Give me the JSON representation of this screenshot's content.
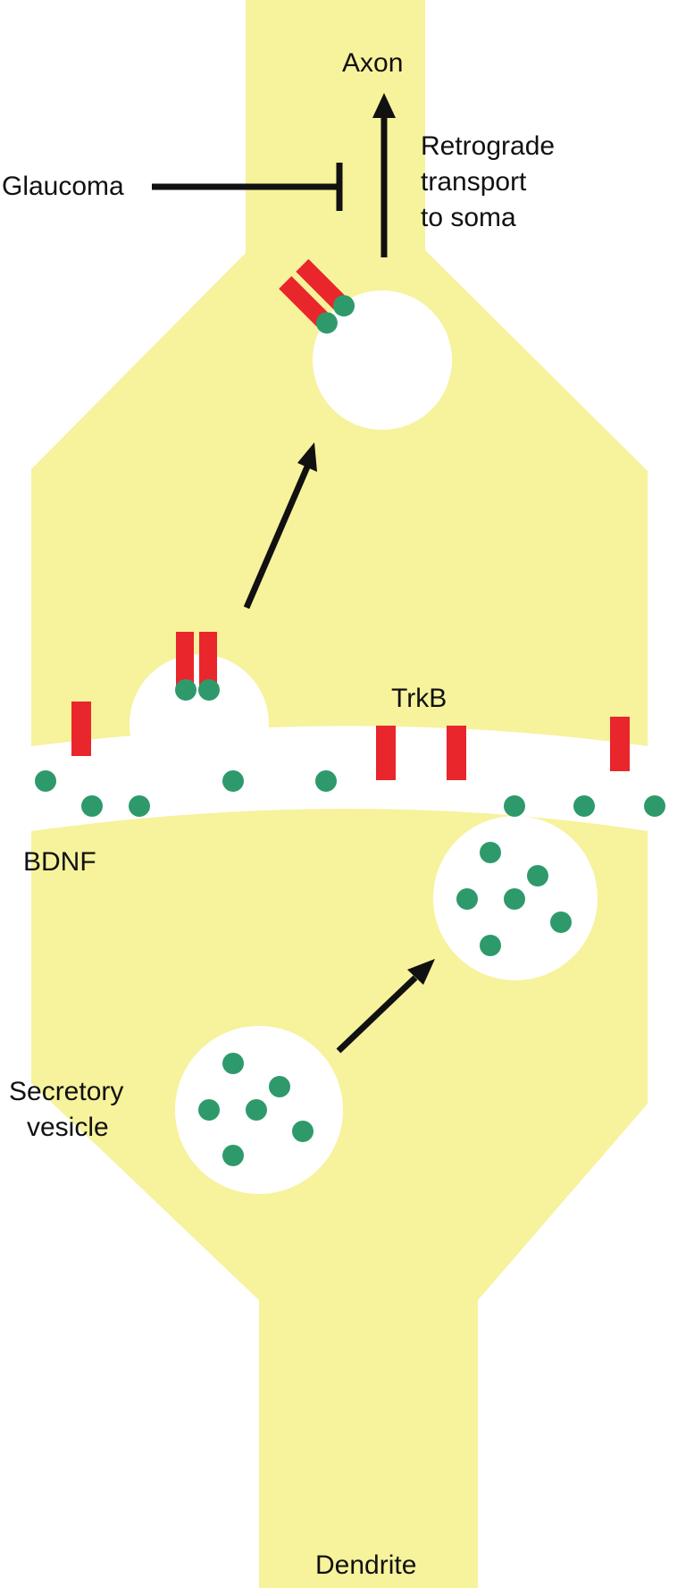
{
  "labels": {
    "axon": "Axon",
    "retrograde": [
      "Retrograde",
      "transport",
      "to soma"
    ],
    "glaucoma": "Glaucoma",
    "trkb": "TrkB",
    "bdnf": "BDNF",
    "secretory": [
      "Secretory",
      "vesicle"
    ],
    "dendrite": "Dendrite"
  },
  "colors": {
    "cell": "#f7f29c",
    "cleft": "#ffffff",
    "vesicle": "#ffffff",
    "receptor": "#e8262b",
    "bdnf": "#2e9a6c",
    "arrow": "#111111"
  },
  "icons": {
    "receptor": "trkb-receptor-icon",
    "molecule": "bdnf-molecule-icon",
    "arrow": "arrow-icon",
    "inhibition": "inhibition-bar-icon"
  }
}
